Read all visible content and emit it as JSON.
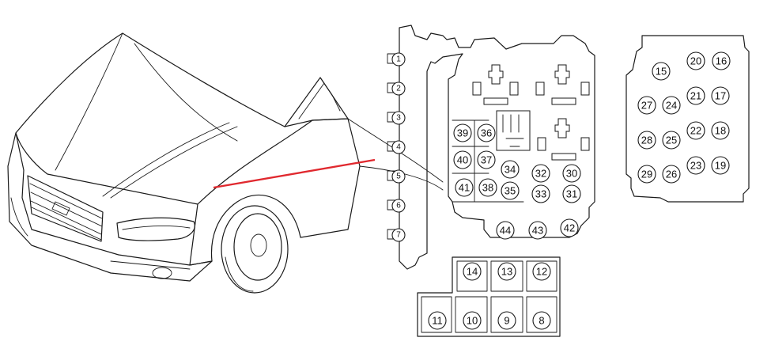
{
  "colors": {
    "pointer_line": "#e0282e",
    "stroke": "#1a1a1a"
  },
  "side_connectors": [
    "1",
    "2",
    "3",
    "4",
    "5",
    "6",
    "7"
  ],
  "main_box_labels": [
    "30",
    "31",
    "32",
    "33",
    "34",
    "35",
    "36",
    "37",
    "38",
    "39",
    "40",
    "41",
    "42",
    "43",
    "44"
  ],
  "right_box_labels": [
    "15",
    "16",
    "17",
    "18",
    "19",
    "20",
    "21",
    "22",
    "23",
    "24",
    "25",
    "26",
    "27",
    "28",
    "29"
  ],
  "lower_box_labels": [
    "8",
    "9",
    "10",
    "11",
    "12",
    "13",
    "14"
  ]
}
